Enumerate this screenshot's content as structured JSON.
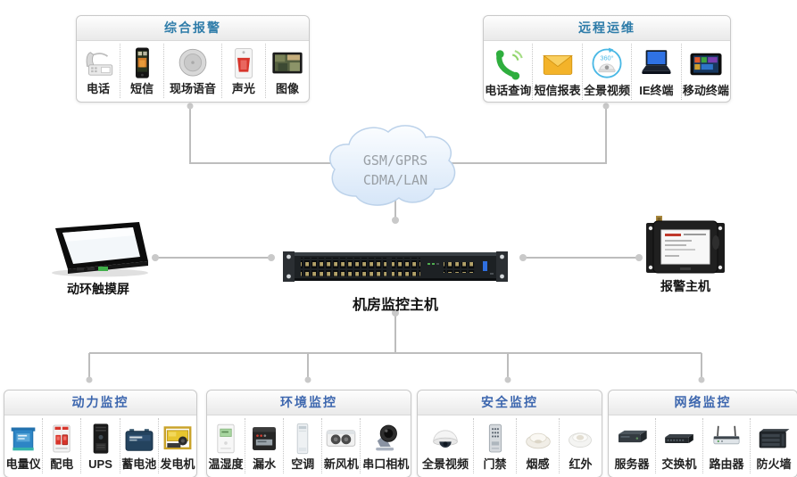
{
  "colors": {
    "panel_title_top": "#2e7ca9",
    "panel_title_bottom": "#3c66ae",
    "connector": "#bdbdbd",
    "cloud_text": "#9aa0a6",
    "device_label": "#111111"
  },
  "cloud": {
    "line1": "GSM/GPRS",
    "line2": "CDMA/LAN"
  },
  "devices": {
    "touchscreen_label": "动环触摸屏",
    "host_label": "机房监控主机",
    "alarm_label": "报警主机"
  },
  "panels": [
    {
      "title": "综合报警",
      "items": [
        {
          "label": "电话"
        },
        {
          "label": "短信"
        },
        {
          "label": "现场语音"
        },
        {
          "label": "声光"
        },
        {
          "label": "图像"
        }
      ]
    },
    {
      "title": "远程运维",
      "items": [
        {
          "label": "电话查询"
        },
        {
          "label": "短信报表"
        },
        {
          "label": "全景视频",
          "badge": "360°"
        },
        {
          "label": "IE终端"
        },
        {
          "label": "移动终端"
        }
      ]
    },
    {
      "title": "动力监控",
      "items": [
        {
          "label": "电量仪"
        },
        {
          "label": "配电"
        },
        {
          "label": "UPS"
        },
        {
          "label": "蓄电池"
        },
        {
          "label": "发电机"
        }
      ]
    },
    {
      "title": "环境监控",
      "items": [
        {
          "label": "温湿度"
        },
        {
          "label": "漏水"
        },
        {
          "label": "空调"
        },
        {
          "label": "新风机"
        },
        {
          "label": "串口相机"
        }
      ]
    },
    {
      "title": "安全监控",
      "items": [
        {
          "label": "全景视频"
        },
        {
          "label": "门禁"
        },
        {
          "label": "烟感"
        },
        {
          "label": "红外"
        }
      ]
    },
    {
      "title": "网络监控",
      "items": [
        {
          "label": "服务器"
        },
        {
          "label": "交换机"
        },
        {
          "label": "路由器"
        },
        {
          "label": "防火墙"
        }
      ]
    }
  ]
}
